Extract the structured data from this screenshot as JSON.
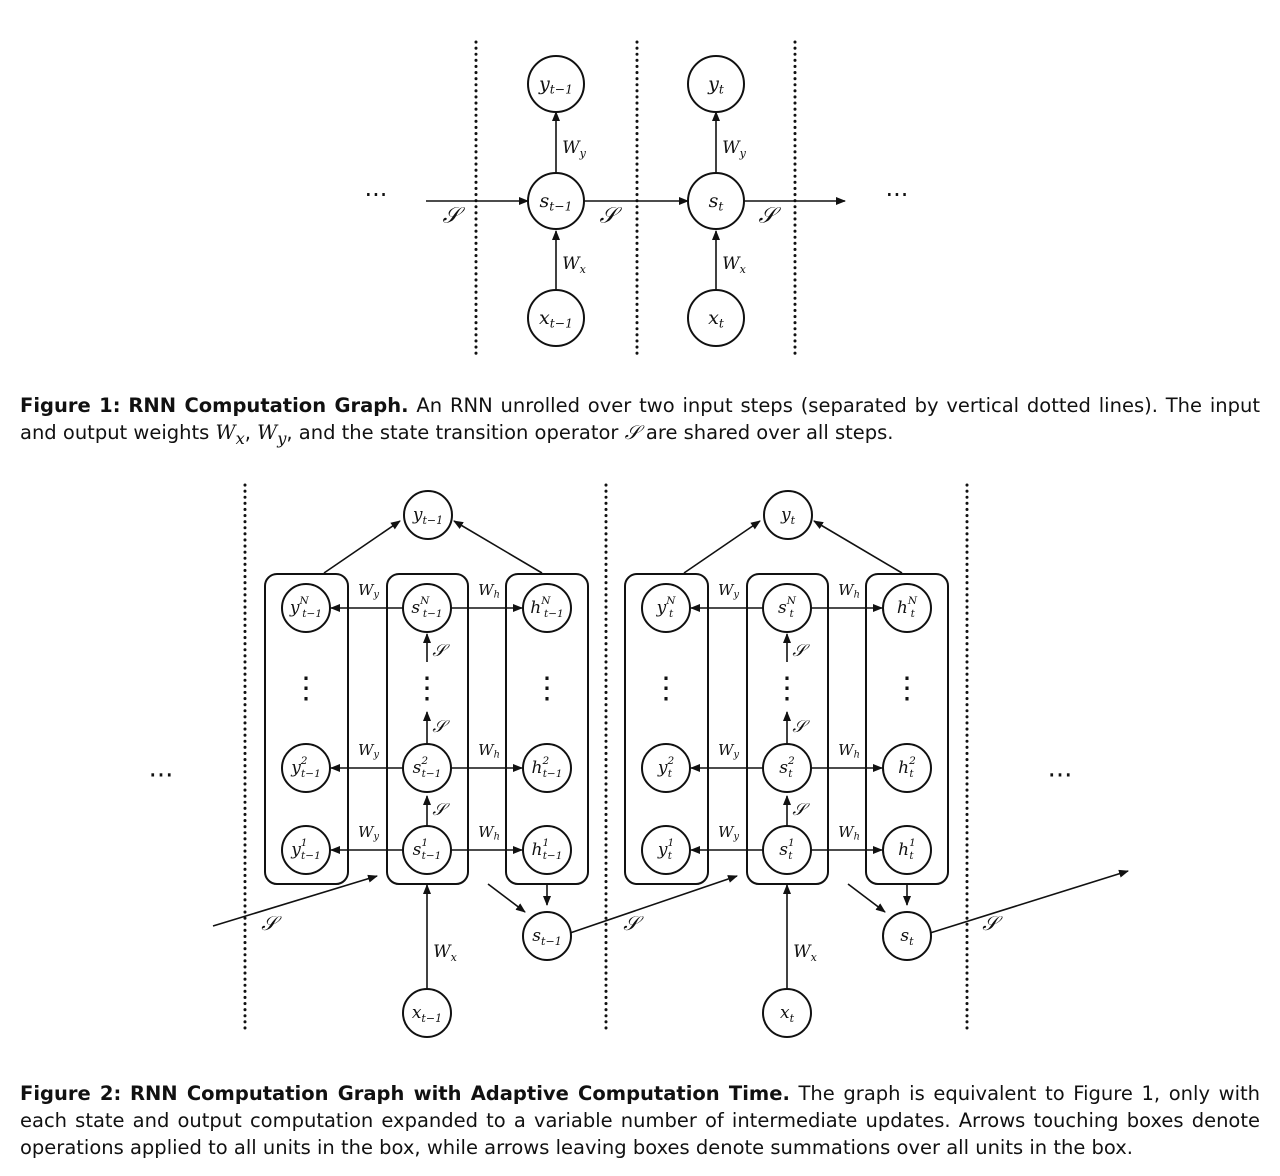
{
  "figure1": {
    "caption_label": "Figure 1:",
    "caption_title": "RNN Computation Graph.",
    "caption_text_1": "An RNN unrolled over two input steps (separated by vertical dotted lines). The input and output weights ",
    "caption_math_1": "W",
    "caption_math_1_sub": "x",
    "caption_math_sep": ", ",
    "caption_math_2": "W",
    "caption_math_2_sub": "y",
    "caption_text_2": ", and the state transition operator ",
    "caption_math_3": "𝒮",
    "caption_text_3": " are shared over all steps.",
    "nodes": {
      "y_prev": {
        "base": "y",
        "sub": "t−1"
      },
      "y_t": {
        "base": "y",
        "sub": "t"
      },
      "s_prev": {
        "base": "s",
        "sub": "t−1"
      },
      "s_t": {
        "base": "s",
        "sub": "t"
      },
      "x_prev": {
        "base": "x",
        "sub": "t−1"
      },
      "x_t": {
        "base": "x",
        "sub": "t"
      }
    },
    "labels": {
      "wy": "W",
      "wy_sub": "y",
      "wx": "W",
      "wx_sub": "x",
      "S": "𝒮",
      "ellipsis": "···"
    }
  },
  "figure2": {
    "caption_label": "Figure 2:",
    "caption_title": "RNN Computation Graph with Adaptive Computation Time.",
    "caption_text": "The graph is equivalent to Figure 1, only with each state and output computation expanded to a variable number of intermediate updates. Arrows touching boxes denote operations applied to all units in the box, while arrows leaving boxes denote summations over all units in the box.",
    "steps": [
      {
        "y_out": {
          "base": "y",
          "sub": "t−1"
        },
        "s_out": {
          "base": "s",
          "sub": "t−1"
        },
        "x_in": {
          "base": "x",
          "sub": "t−1"
        },
        "yN": {
          "base": "y",
          "sup": "N",
          "sub": "t−1"
        },
        "sN": {
          "base": "s",
          "sup": "N",
          "sub": "t−1"
        },
        "hN": {
          "base": "h",
          "sup": "N",
          "sub": "t−1"
        },
        "y2": {
          "base": "y",
          "sup": "2",
          "sub": "t−1"
        },
        "s2": {
          "base": "s",
          "sup": "2",
          "sub": "t−1"
        },
        "h2": {
          "base": "h",
          "sup": "2",
          "sub": "t−1"
        },
        "y1": {
          "base": "y",
          "sup": "1",
          "sub": "t−1"
        },
        "s1": {
          "base": "s",
          "sup": "1",
          "sub": "t−1"
        },
        "h1": {
          "base": "h",
          "sup": "1",
          "sub": "t−1"
        }
      },
      {
        "y_out": {
          "base": "y",
          "sub": "t"
        },
        "s_out": {
          "base": "s",
          "sub": "t"
        },
        "x_in": {
          "base": "x",
          "sub": "t"
        },
        "yN": {
          "base": "y",
          "sup": "N",
          "sub": "t"
        },
        "sN": {
          "base": "s",
          "sup": "N",
          "sub": "t"
        },
        "hN": {
          "base": "h",
          "sup": "N",
          "sub": "t"
        },
        "y2": {
          "base": "y",
          "sup": "2",
          "sub": "t"
        },
        "s2": {
          "base": "s",
          "sup": "2",
          "sub": "t"
        },
        "h2": {
          "base": "h",
          "sup": "2",
          "sub": "t"
        },
        "y1": {
          "base": "y",
          "sup": "1",
          "sub": "t"
        },
        "s1": {
          "base": "s",
          "sup": "1",
          "sub": "t"
        },
        "h1": {
          "base": "h",
          "sup": "1",
          "sub": "t"
        }
      }
    ],
    "labels": {
      "wy": "W",
      "wy_sub": "y",
      "wh": "W",
      "wh_sub": "h",
      "wx": "W",
      "wx_sub": "x",
      "S": "𝒮",
      "ellipsis": "···",
      "vdots": "⋮"
    }
  }
}
